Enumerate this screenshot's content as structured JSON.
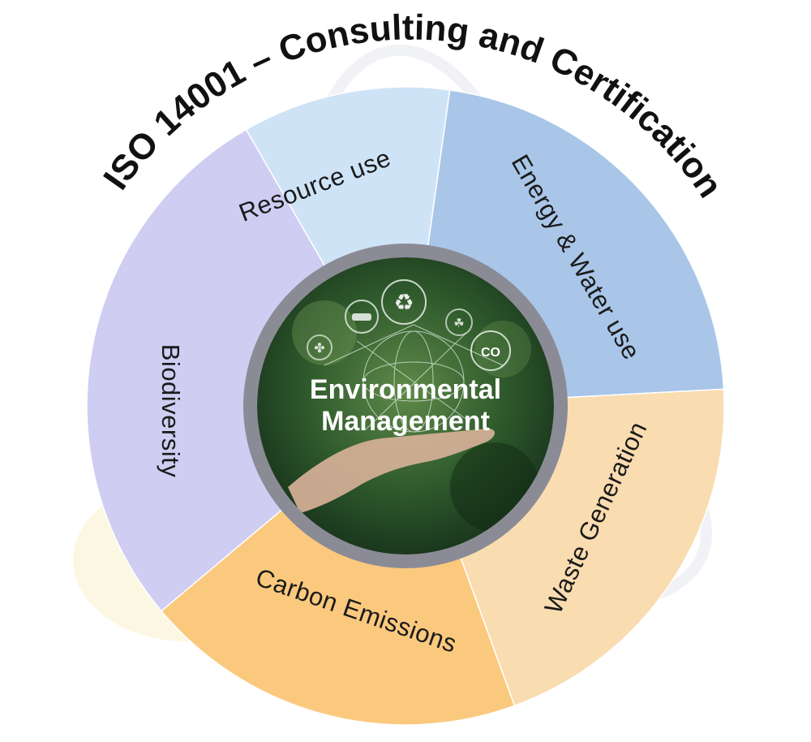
{
  "title": "ISO 14001 – Consulting and Certification",
  "center": {
    "line1": "Environmental",
    "line2": "Management"
  },
  "segments": [
    {
      "label": "Resource use",
      "color": "#cfe3f7"
    },
    {
      "label": "Energy & Water use",
      "color": "#a9c6e8"
    },
    {
      "label": "Waste Generation",
      "color": "#f9dcb0"
    },
    {
      "label": "Carbon Emissions",
      "color": "#fbc97e"
    },
    {
      "label": "Biodiversity",
      "color": "#cfcdf2"
    }
  ],
  "colors": {
    "ring": "#8b8b96",
    "center_dark": "#1f3a1f",
    "center_light": "#4f7a3e"
  },
  "icons": [
    "recycle-icon",
    "electric-car-icon",
    "wind-turbine-icon",
    "leaf-icon",
    "co2-icon",
    "globe-network-icon",
    "hand-icon"
  ]
}
